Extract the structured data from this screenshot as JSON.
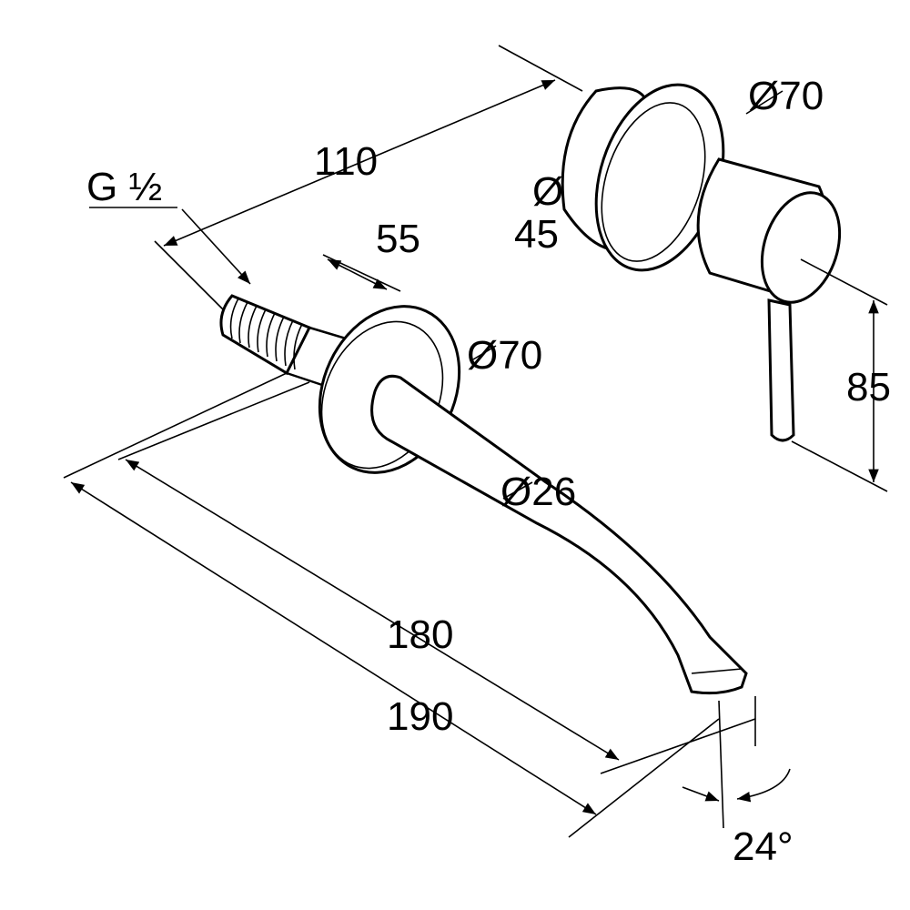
{
  "title": "Wall-mounted basin mixer dimension drawing",
  "labels": {
    "thread": "G ½",
    "dim_110": "110",
    "dim_55": "55",
    "dia_70_mixer": "Ø70",
    "dia_45_symbol": "Ø",
    "dia_45_value": "45",
    "dia_70_spout": "Ø70",
    "dia_26": "Ø26",
    "dim_85": "85",
    "dim_180": "180",
    "dim_190": "190",
    "angle_24": "24°"
  },
  "colors": {
    "line": "#000000",
    "background": "#ffffff"
  }
}
